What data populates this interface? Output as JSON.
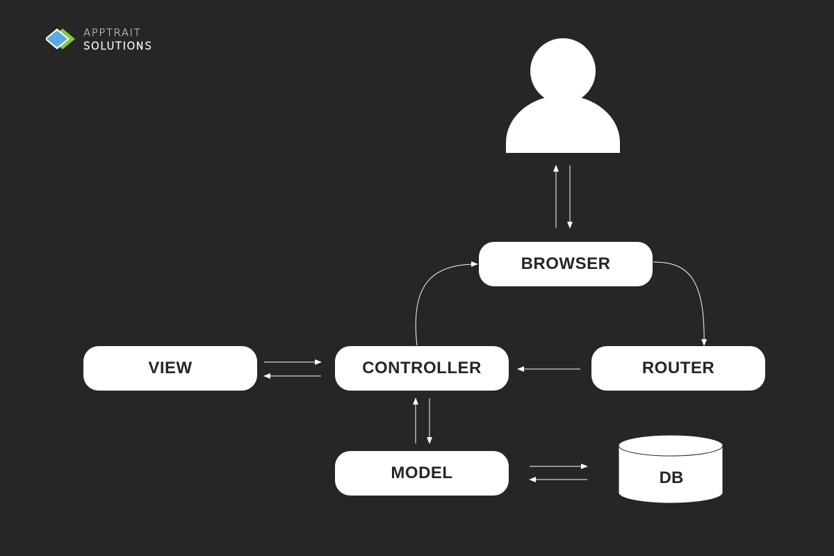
{
  "brand": {
    "line1": "APPTRAIT",
    "line2": "SOLUTIONS",
    "colors": {
      "blue": "#5aa9e0",
      "green": "#8cc63f"
    }
  },
  "diagram": {
    "nodes": {
      "browser": "BROWSER",
      "view": "VIEW",
      "controller": "CONTROLLER",
      "router": "ROUTER",
      "model": "MODEL",
      "db": "DB"
    },
    "icons": {
      "user": "user-icon",
      "database": "database-cylinder-icon"
    }
  },
  "colors": {
    "background": "#262626",
    "node_fill": "#ffffff",
    "node_text": "#262626",
    "arrow": "#ffffff"
  }
}
